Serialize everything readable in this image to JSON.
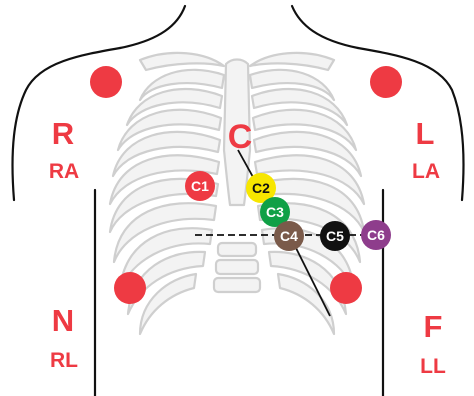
{
  "colors": {
    "accent": "#ee3a43",
    "bone_fill": "#f3f3f3",
    "bone_stroke": "#cfcfcf",
    "outline": "#111111"
  },
  "labels": {
    "right_arm": {
      "letter": "R",
      "code": "RA"
    },
    "left_arm": {
      "letter": "L",
      "code": "LA"
    },
    "right_leg": {
      "letter": "N",
      "code": "RL"
    },
    "left_leg": {
      "letter": "F",
      "code": "LL"
    },
    "chest_group": "C"
  },
  "limb_electrodes": [
    {
      "id": "RA",
      "color": "#ee3a43"
    },
    {
      "id": "LA",
      "color": "#ee3a43"
    },
    {
      "id": "RL",
      "color": "#ee3a43"
    },
    {
      "id": "LL",
      "color": "#ee3a43"
    }
  ],
  "chest_electrodes": [
    {
      "label": "C1",
      "color": "#ee3a43",
      "text_color": "#ffffff"
    },
    {
      "label": "C2",
      "color": "#f7e600",
      "text_color": "#111111"
    },
    {
      "label": "C3",
      "color": "#10a046",
      "text_color": "#ffffff"
    },
    {
      "label": "C4",
      "color": "#7a5a4a",
      "text_color": "#ffffff"
    },
    {
      "label": "C5",
      "color": "#111111",
      "text_color": "#ffffff"
    },
    {
      "label": "C6",
      "color": "#8e3d8c",
      "text_color": "#ffffff"
    }
  ]
}
